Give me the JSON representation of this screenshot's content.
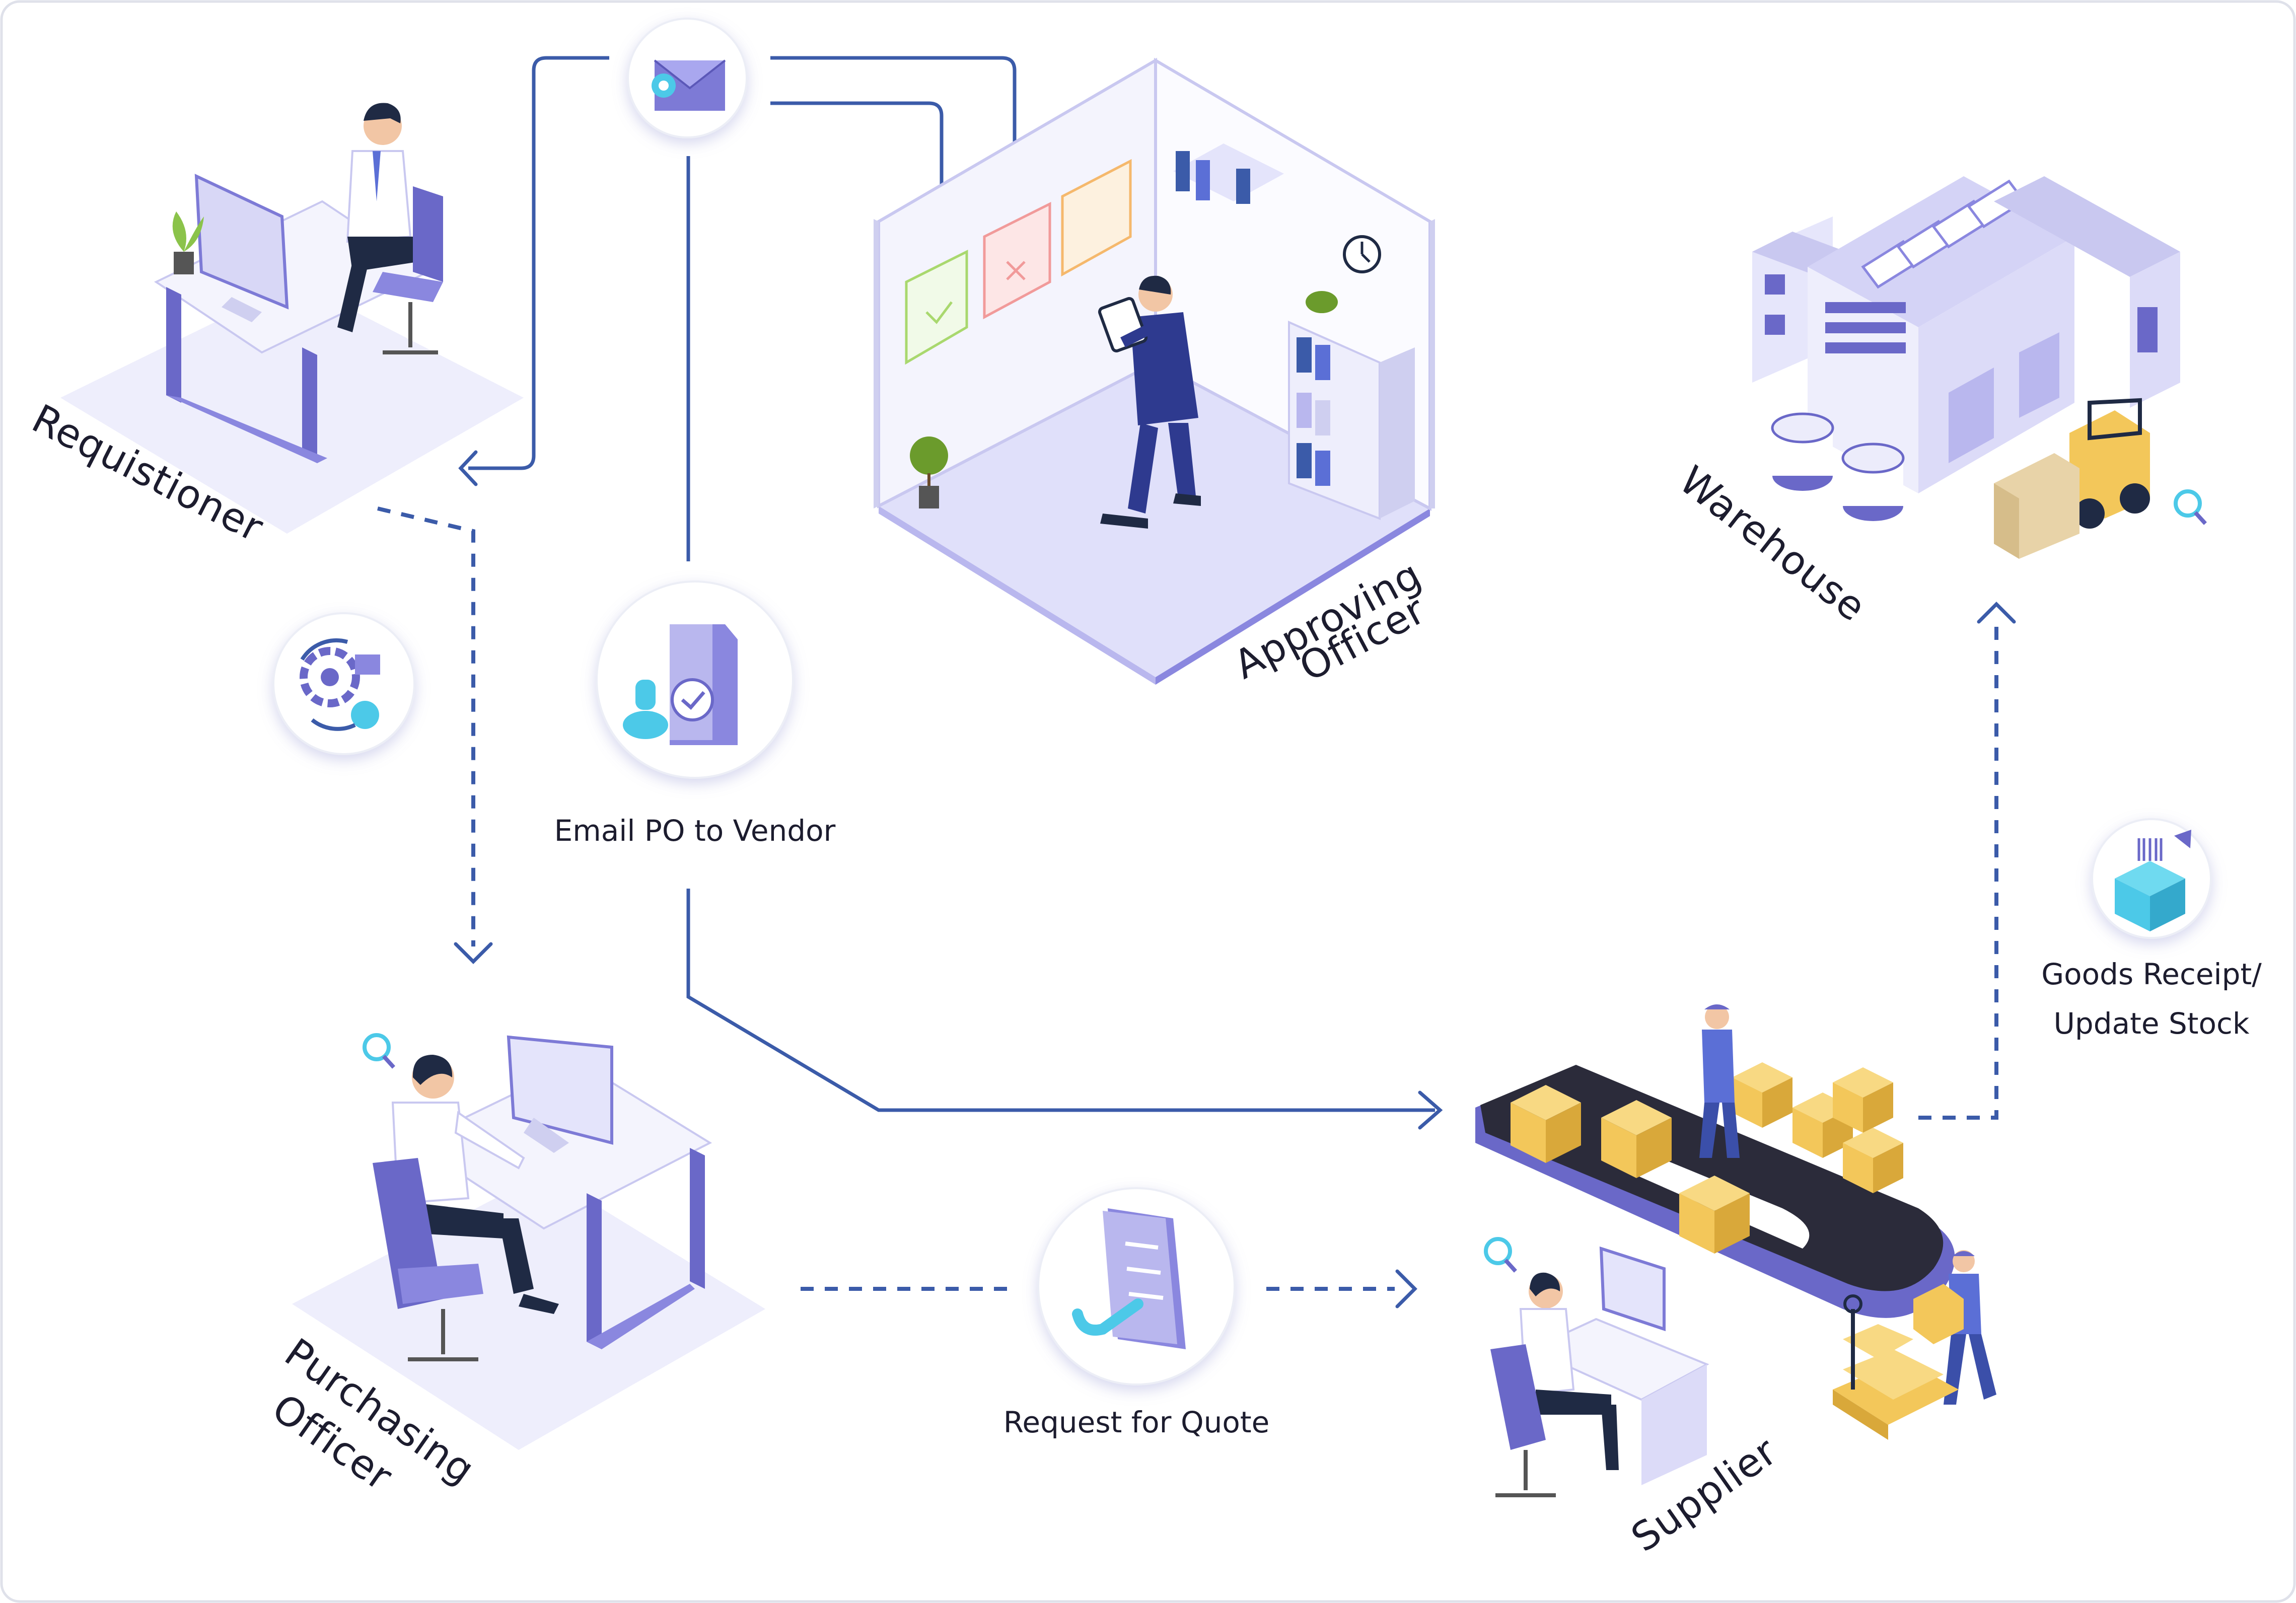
{
  "diagram": {
    "nodes": {
      "requisitioner": {
        "label": "Requistioner",
        "icon": "desk-person-icon"
      },
      "approving_officer": {
        "line1": "Approving",
        "line2": "Officer",
        "icon": "office-room-icon"
      },
      "warehouse": {
        "label": "Warehouse",
        "icon": "warehouse-building-icon"
      },
      "purchasing_officer": {
        "line1": "Purchasing",
        "line2": "Officer",
        "icon": "desk-person-icon"
      },
      "supplier": {
        "label": "Supplier",
        "icon": "conveyor-boxes-icon"
      }
    },
    "steps": {
      "email_po": {
        "label": "Email PO to Vendor",
        "icon": "stamp-document-icon"
      },
      "request_quote": {
        "label": "Request for Quote",
        "icon": "pen-document-icon"
      },
      "goods_receipt": {
        "line1": "Goods Receipt/",
        "line2": "Update Stock",
        "icon": "barcode-box-icon"
      },
      "email": {
        "icon": "email-icon"
      },
      "process": {
        "icon": "gears-cycle-icon"
      }
    },
    "colors": {
      "accent": "#3b5ba9",
      "floor": "#e8e8fb",
      "purple": "#6a68c8",
      "purple_light": "#b9b7ee",
      "box": "#f3c75a",
      "cyan": "#4cc9e8"
    }
  }
}
